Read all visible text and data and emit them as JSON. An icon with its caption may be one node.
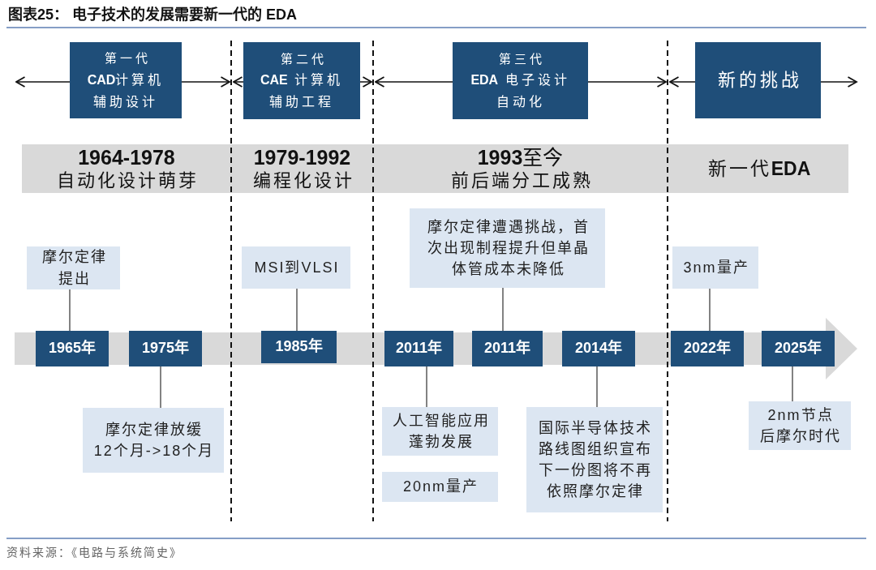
{
  "diagram": {
    "title": "图表25： 电子技术的发展需要新一代的 EDA",
    "caption": "资料来源：《电路与系统简史》",
    "nodes": [
      {
        "text": [
          "第一代",
          "**CAD**计算机辅助设计"
        ]
      },
      {
        "text": [
          "第二代",
          "**CAE** 计算机辅助工程"
        ]
      },
      {
        "text": [
          "第三代",
          "**EDA** 电子设计自动化"
        ]
      },
      {
        "text": [
          "新的挑战"
        ]
      },
      {
        "text": [
          "1964-1978",
          "自动化设计萌芽"
        ]
      },
      {
        "text": [
          "1979-1992",
          "编程化设计"
        ]
      },
      {
        "text": [
          "**1993**至今",
          "前后端分工成熟"
        ]
      },
      {
        "text": [
          "新一代**EDA**"
        ]
      },
      {
        "text": [
          "摩尔定律提出"
        ]
      },
      {
        "text": [
          "MSI到VLSI"
        ]
      },
      {
        "text": [
          "摩尔定律遭遇挑战，首次出现制程提升但单晶体管成本未降低"
        ]
      },
      {
        "text": [
          "3nm量产"
        ]
      },
      {
        "text": [
          "1965年"
        ]
      },
      {
        "text": [
          "1975年"
        ]
      },
      {
        "text": [
          "1985年"
        ]
      },
      {
        "text": [
          "2011年"
        ]
      },
      {
        "text": [
          "2011年"
        ]
      },
      {
        "text": [
          "2014年"
        ]
      },
      {
        "text": [
          "2022年"
        ]
      },
      {
        "text": [
          "2025年"
        ]
      },
      {
        "text": [
          "摩尔定律放缓",
          "12个月->18个月"
        ]
      },
      {
        "text": [
          "人工智能应用蓬勃发展"
        ]
      },
      {
        "text": [
          "国际半导体技术路线图组织宣布下一份图将不再依照摩尔定律"
        ]
      },
      {
        "text": [
          "2nm节点",
          "后摩尔时代"
        ]
      },
      {
        "text": [
          "20nm量产"
        ]
      }
    ],
    "edges": [
      {
        "from": 8,
        "to": 12,
        "arrow": "none"
      },
      {
        "from": 9,
        "to": 14,
        "arrow": "none"
      },
      {
        "from": 10,
        "to": 16,
        "arrow": "none"
      },
      {
        "from": 11,
        "to": 18,
        "arrow": "none"
      },
      {
        "from": 20,
        "to": 13,
        "arrow": "none"
      },
      {
        "from": 21,
        "to": 15,
        "arrow": "none"
      },
      {
        "from": 22,
        "to": 17,
        "arrow": "none"
      },
      {
        "from": 23,
        "to": 19,
        "arrow": "none"
      }
    ]
  }
}
